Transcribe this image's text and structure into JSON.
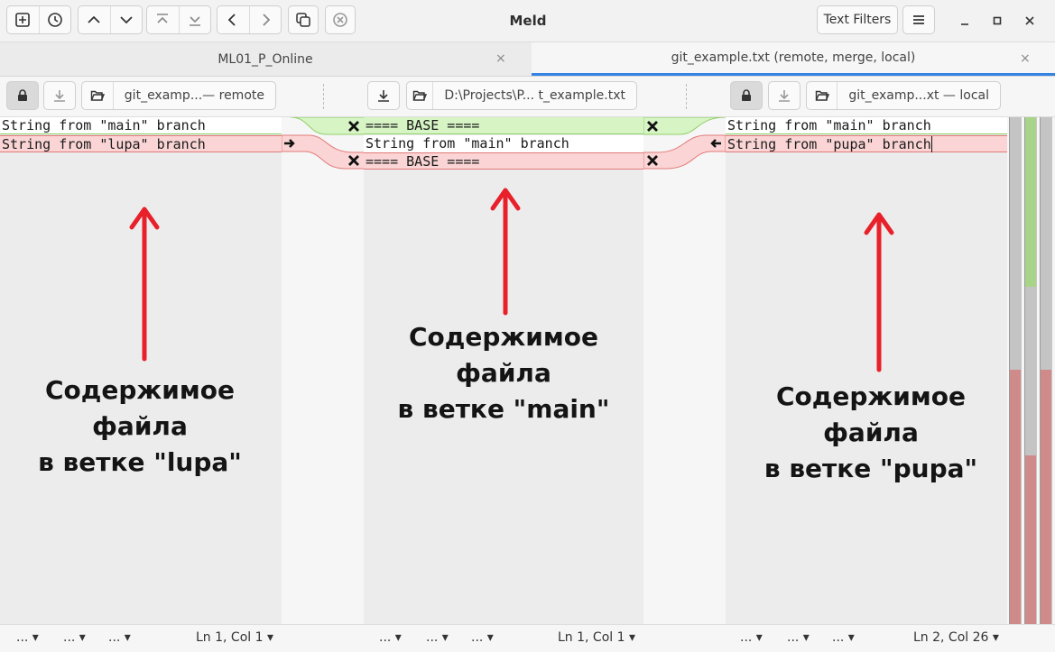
{
  "window": {
    "title": "Meld"
  },
  "toolbar": {
    "new_label": "",
    "text_filters_label": "Text Filters"
  },
  "tabs": [
    {
      "label": "ML01_P_Online",
      "close": "×"
    },
    {
      "label": "git_example.txt (remote, merge, local)",
      "close": "×"
    }
  ],
  "files": {
    "left": {
      "path": "git_examp...— remote"
    },
    "middle": {
      "path": "D:\\Projects\\P... t_example.txt"
    },
    "right": {
      "path": "git_examp...xt — local"
    }
  },
  "panes": {
    "left": {
      "lines": [
        "String from \"main\" branch",
        "String from \"lupa\" branch"
      ]
    },
    "middle": {
      "lines": [
        "==== BASE ====",
        "String from \"main\" branch",
        "==== BASE ===="
      ]
    },
    "right": {
      "lines": [
        "String from \"main\" branch",
        "String from \"pupa\" branch"
      ]
    }
  },
  "annotations": {
    "left": [
      "Содержимое файла",
      "в ветке \"lupa\""
    ],
    "middle": [
      "Содержимое файла",
      "в ветке \"main\""
    ],
    "right": [
      "Содержимое файла",
      "в ветке \"pupa\""
    ]
  },
  "statusbar": {
    "dots": "...",
    "left_pos": "Ln 1, Col 1",
    "middle_pos": "Ln 1, Col 1",
    "right_pos": "Ln 2, Col 26"
  },
  "colors": {
    "insert_green": "#d7f5c4",
    "conflict_red": "#fbd5d5",
    "annotation_arrow": "#e8202a",
    "accent": "#3584e4"
  }
}
